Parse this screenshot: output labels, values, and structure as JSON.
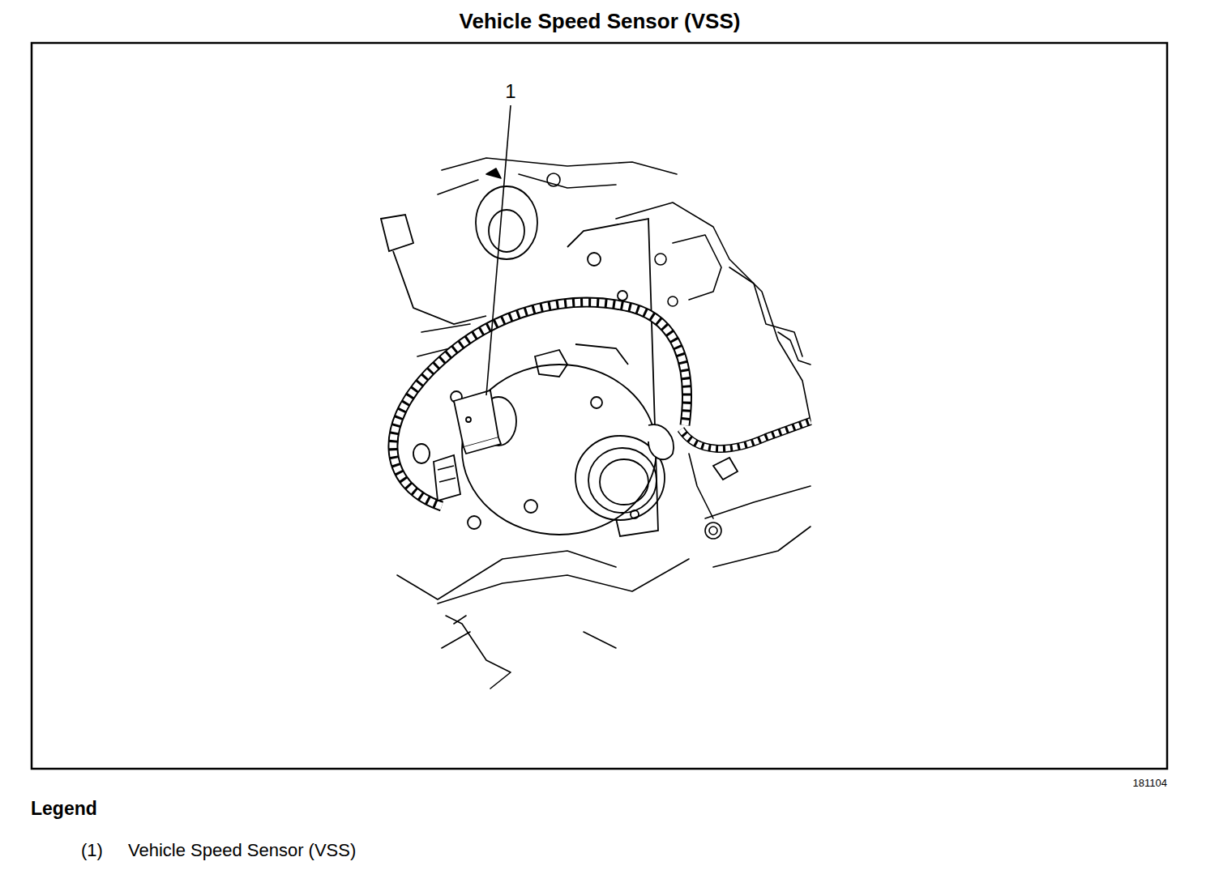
{
  "diagram": {
    "title": "Vehicle Speed Sensor (VSS)",
    "labels": [
      "1",
      "181104",
      "Legend",
      "(1)"
    ],
    "legend": [
      {
        "text": "Vehicle Speed Sensor (VSS)"
      }
    ]
  }
}
